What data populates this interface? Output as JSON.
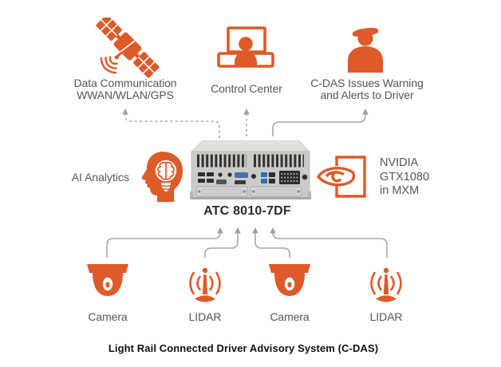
{
  "colors": {
    "accent": "#DE5A28",
    "connector_line": "#A8A8A8",
    "label_text": "#54565A",
    "title_text": "#2B2B2B"
  },
  "nodes": {
    "data_communication": {
      "icon": "satellite-icon",
      "line1": "Data Communication",
      "line2": "WWAN/WLAN/GPS"
    },
    "control_center": {
      "icon": "control-center-icon",
      "label": "Control Center"
    },
    "cdas_warning": {
      "icon": "train-driver-icon",
      "line1": "C-DAS Issues Warning",
      "line2": "and Alerts to Driver"
    },
    "ai_analytics": {
      "icon": "ai-head-lightbulb-icon",
      "label": "AI Analytics"
    },
    "gpu": {
      "icon": "nvidia-eye-logo-icon",
      "line1": "NVIDIA",
      "line2": "GTX1080",
      "line3": "in MXM"
    },
    "device": {
      "label": "ATC 8010-7DF"
    },
    "camera_1": {
      "icon": "dome-camera-icon",
      "label": "Camera"
    },
    "lidar_1": {
      "icon": "lidar-antenna-icon",
      "label": "LIDAR"
    },
    "camera_2": {
      "icon": "dome-camera-icon",
      "label": "Camera"
    },
    "lidar_2": {
      "icon": "lidar-antenna-icon",
      "label": "LIDAR"
    }
  },
  "caption": "Light Rail Connected Driver Advisory System (C-DAS)"
}
